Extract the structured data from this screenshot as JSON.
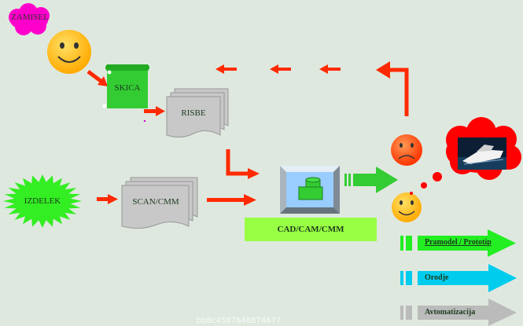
{
  "nodes": {
    "zamisel": "ZAMISEL",
    "skica": "SKICA",
    "risbe": "RISBE",
    "izdelek": "IZDELEK",
    "scan": "SCAN/CMM",
    "cadcam": "CAD/CAM/CMM"
  },
  "outputs": [
    {
      "label": "Pramodel / Prototip",
      "color": "#22ee22"
    },
    {
      "label": "Orodje",
      "color": "#00ccee"
    },
    {
      "label": "Avtomatizacija",
      "color": "#bbbbbb"
    }
  ],
  "footer_watermark": "bb8c4587648874677",
  "colors": {
    "arrow_red": "#ff2a00",
    "green": "#33cc33",
    "cad_bar": "#99ff44",
    "face_yellow": "#ffbb00",
    "face_orange": "#ff5500",
    "cloud_magenta": "#ff00cc",
    "cloud_red": "#ff0000"
  }
}
